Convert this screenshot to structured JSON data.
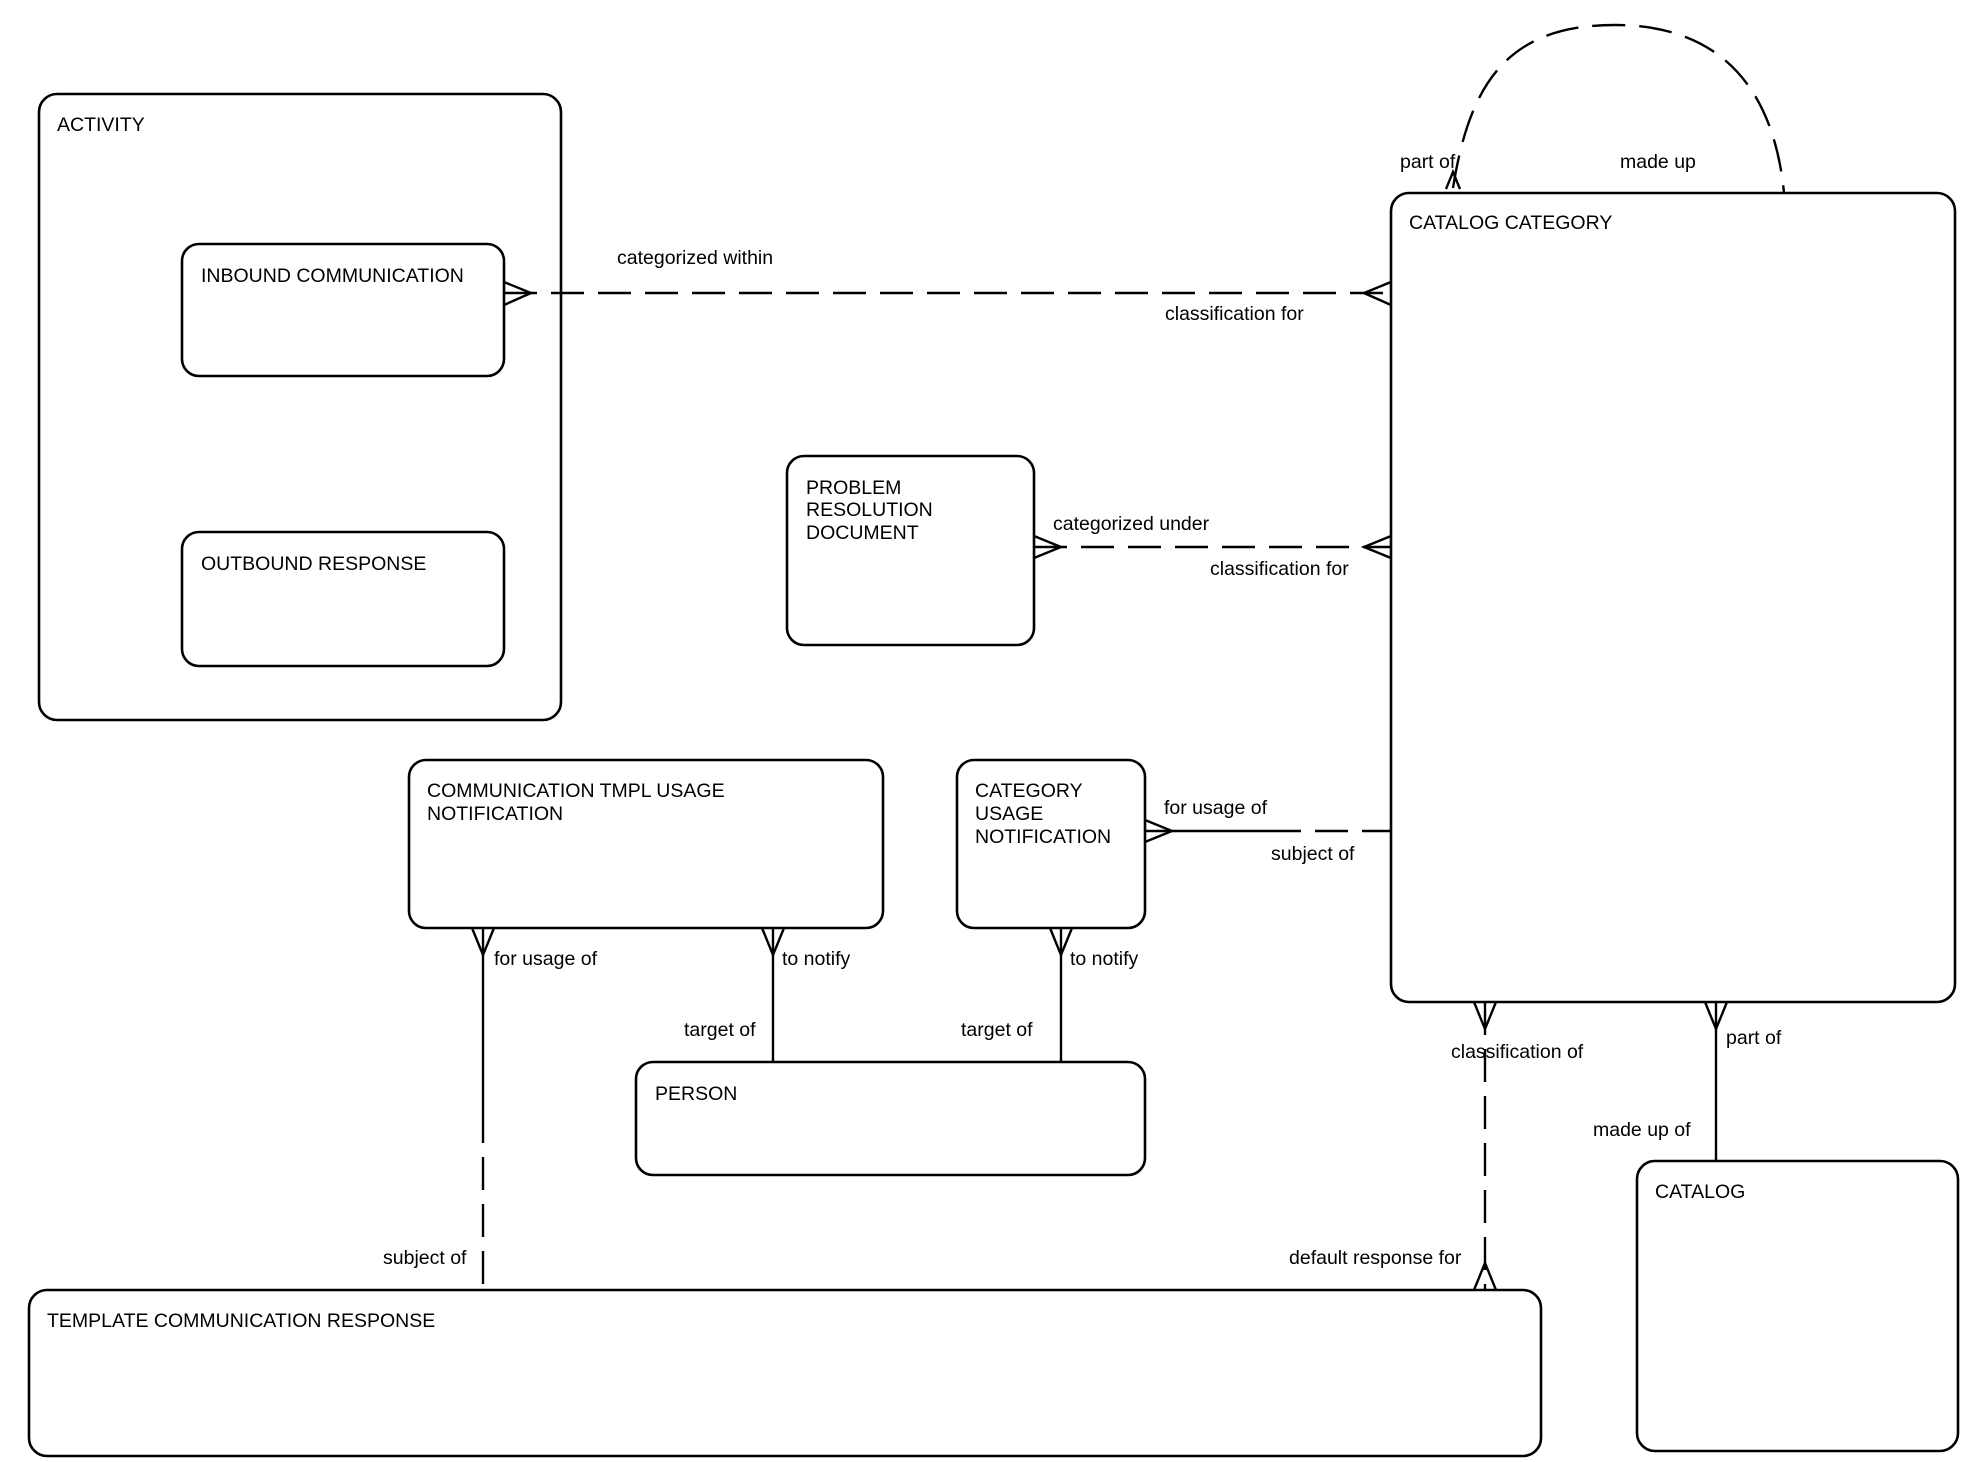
{
  "entities": {
    "activity": "ACTIVITY",
    "inbound_communication": "INBOUND COMMUNICATION",
    "outbound_response": "OUTBOUND RESPONSE",
    "problem_resolution_document": [
      "PROBLEM",
      "RESOLUTION",
      "DOCUMENT"
    ],
    "catalog_category": "CATALOG CATEGORY",
    "communication_tmpl_usage_notification": [
      "COMMUNICATION TMPL USAGE",
      "NOTIFICATION"
    ],
    "category_usage_notification": [
      "CATEGORY",
      "USAGE",
      "NOTIFICATION"
    ],
    "person": "PERSON",
    "catalog": "CATALOG",
    "template_communication_response": "TEMPLATE COMMUNICATION RESPONSE"
  },
  "relationships": {
    "catalog_category_self": {
      "from_label": "part of",
      "to_label": "made up"
    },
    "inbound_to_category": {
      "from_label": "categorized within",
      "to_label": "classification for"
    },
    "problem_to_category": {
      "from_label": "categorized under",
      "to_label": "classification for"
    },
    "category_usage_to_category": {
      "from_label": "for usage of",
      "to_label": "subject of"
    },
    "tmpl_usage_to_template": {
      "from_label": "for usage of",
      "to_label": "subject of"
    },
    "tmpl_usage_to_person": {
      "from_label": "to notify",
      "to_label": "target of"
    },
    "category_usage_to_person": {
      "from_label": "to notify",
      "to_label": "target of"
    },
    "category_to_template": {
      "from_label": "classification of",
      "to_label": "default response for"
    },
    "category_to_catalog": {
      "from_label": "part of",
      "to_label": "made up of"
    }
  }
}
